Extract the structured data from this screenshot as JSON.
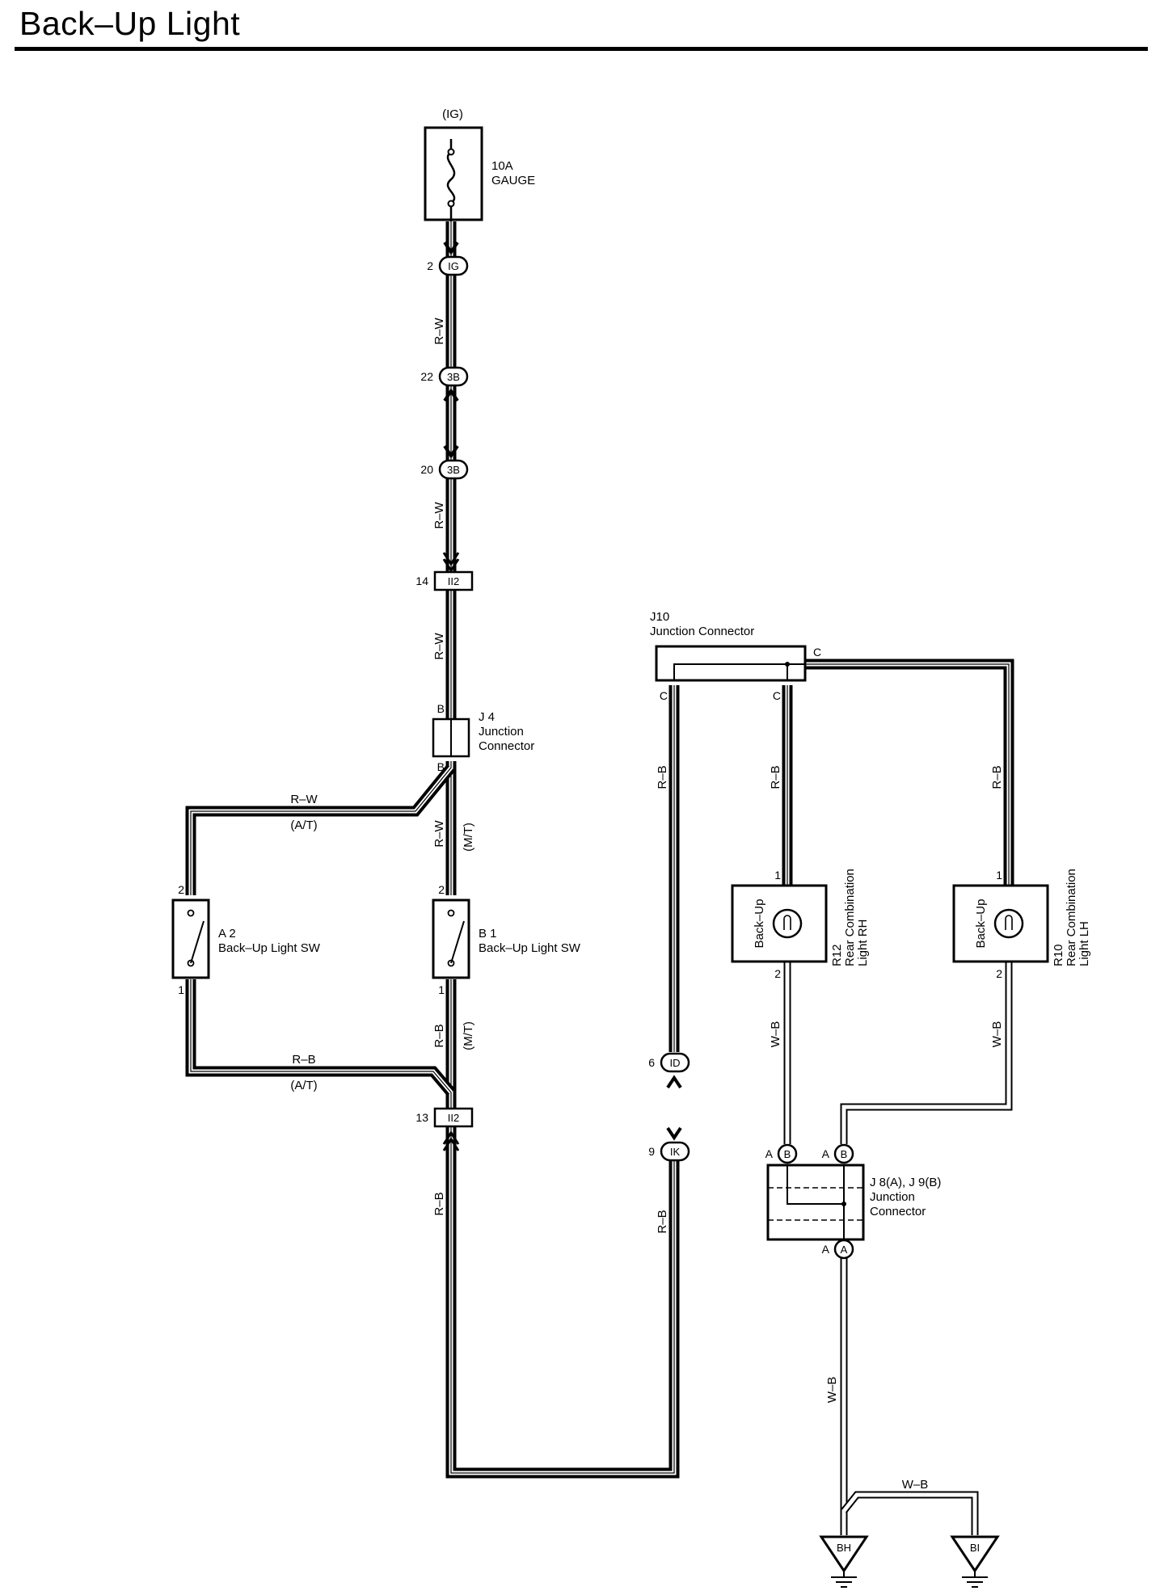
{
  "title": "Back–Up Light",
  "fuse": {
    "power": "(IG)",
    "rating": "10A",
    "name": "GAUGE"
  },
  "connectors": {
    "ig": {
      "pin": "2",
      "code": "IG"
    },
    "c3b_top": {
      "pin": "22",
      "code": "3B"
    },
    "c3b_bottom": {
      "pin": "20",
      "code": "3B"
    },
    "ii2_top": {
      "pin": "14",
      "code": "II2"
    },
    "ii2_bottom": {
      "pin": "13",
      "code": "II2"
    },
    "id": {
      "pin": "6",
      "code": "ID"
    },
    "ik": {
      "pin": "9",
      "code": "IK"
    }
  },
  "j4": {
    "id": "J 4",
    "line1": "Junction",
    "line2": "Connector",
    "pin_top": "B",
    "pin_bottom": "B"
  },
  "j10": {
    "id": "J10",
    "name": "Junction Connector",
    "pin_left": "C",
    "pin_mid": "C",
    "pin_right": "C"
  },
  "j8j9": {
    "id": "J 8(A), J 9(B)",
    "line1": "Junction",
    "line2": "Connector",
    "pin1_letter": "A",
    "pin1_code": "B",
    "pin2_letter": "A",
    "pin2_code": "B",
    "pin3_letter": "A",
    "pin3_code": "A"
  },
  "switch_a2": {
    "id": "A 2",
    "name": "Back–Up Light SW",
    "pin_top": "2",
    "pin_bottom": "1"
  },
  "switch_b1": {
    "id": "B 1",
    "name": "Back–Up Light SW",
    "pin_top": "2",
    "pin_bottom": "1"
  },
  "lamp_r12": {
    "label": "Back–Up",
    "id": "R12",
    "line1": "Rear Combination",
    "line2": "Light RH",
    "pin_top": "1",
    "pin_bottom": "2"
  },
  "lamp_r10": {
    "label": "Back–Up",
    "id": "R10",
    "line1": "Rear Combination",
    "line2": "Light LH",
    "pin_top": "1",
    "pin_bottom": "2"
  },
  "wires": {
    "rw1": "R–W",
    "rw2": "R–W",
    "rw3": "R–W",
    "rw_at": "R–W",
    "rw_mt": "R–W",
    "rb_at": "R–B",
    "rb_mt": "R–B",
    "rb_main": "R–B",
    "rb_ik": "R–B",
    "rb_j10_left": "R–B",
    "rb_j10_mid": "R–B",
    "rb_j10_right": "R–B",
    "wb_rh": "W–B",
    "wb_lh": "W–B",
    "wb_main": "W–B",
    "wb_branch": "W–B"
  },
  "variants": {
    "at_top": "(A/T)",
    "at_bottom": "(A/T)",
    "mt_top": "(M/T)",
    "mt_bottom": "(M/T)"
  },
  "grounds": {
    "g1": "BH",
    "g2": "BI"
  }
}
